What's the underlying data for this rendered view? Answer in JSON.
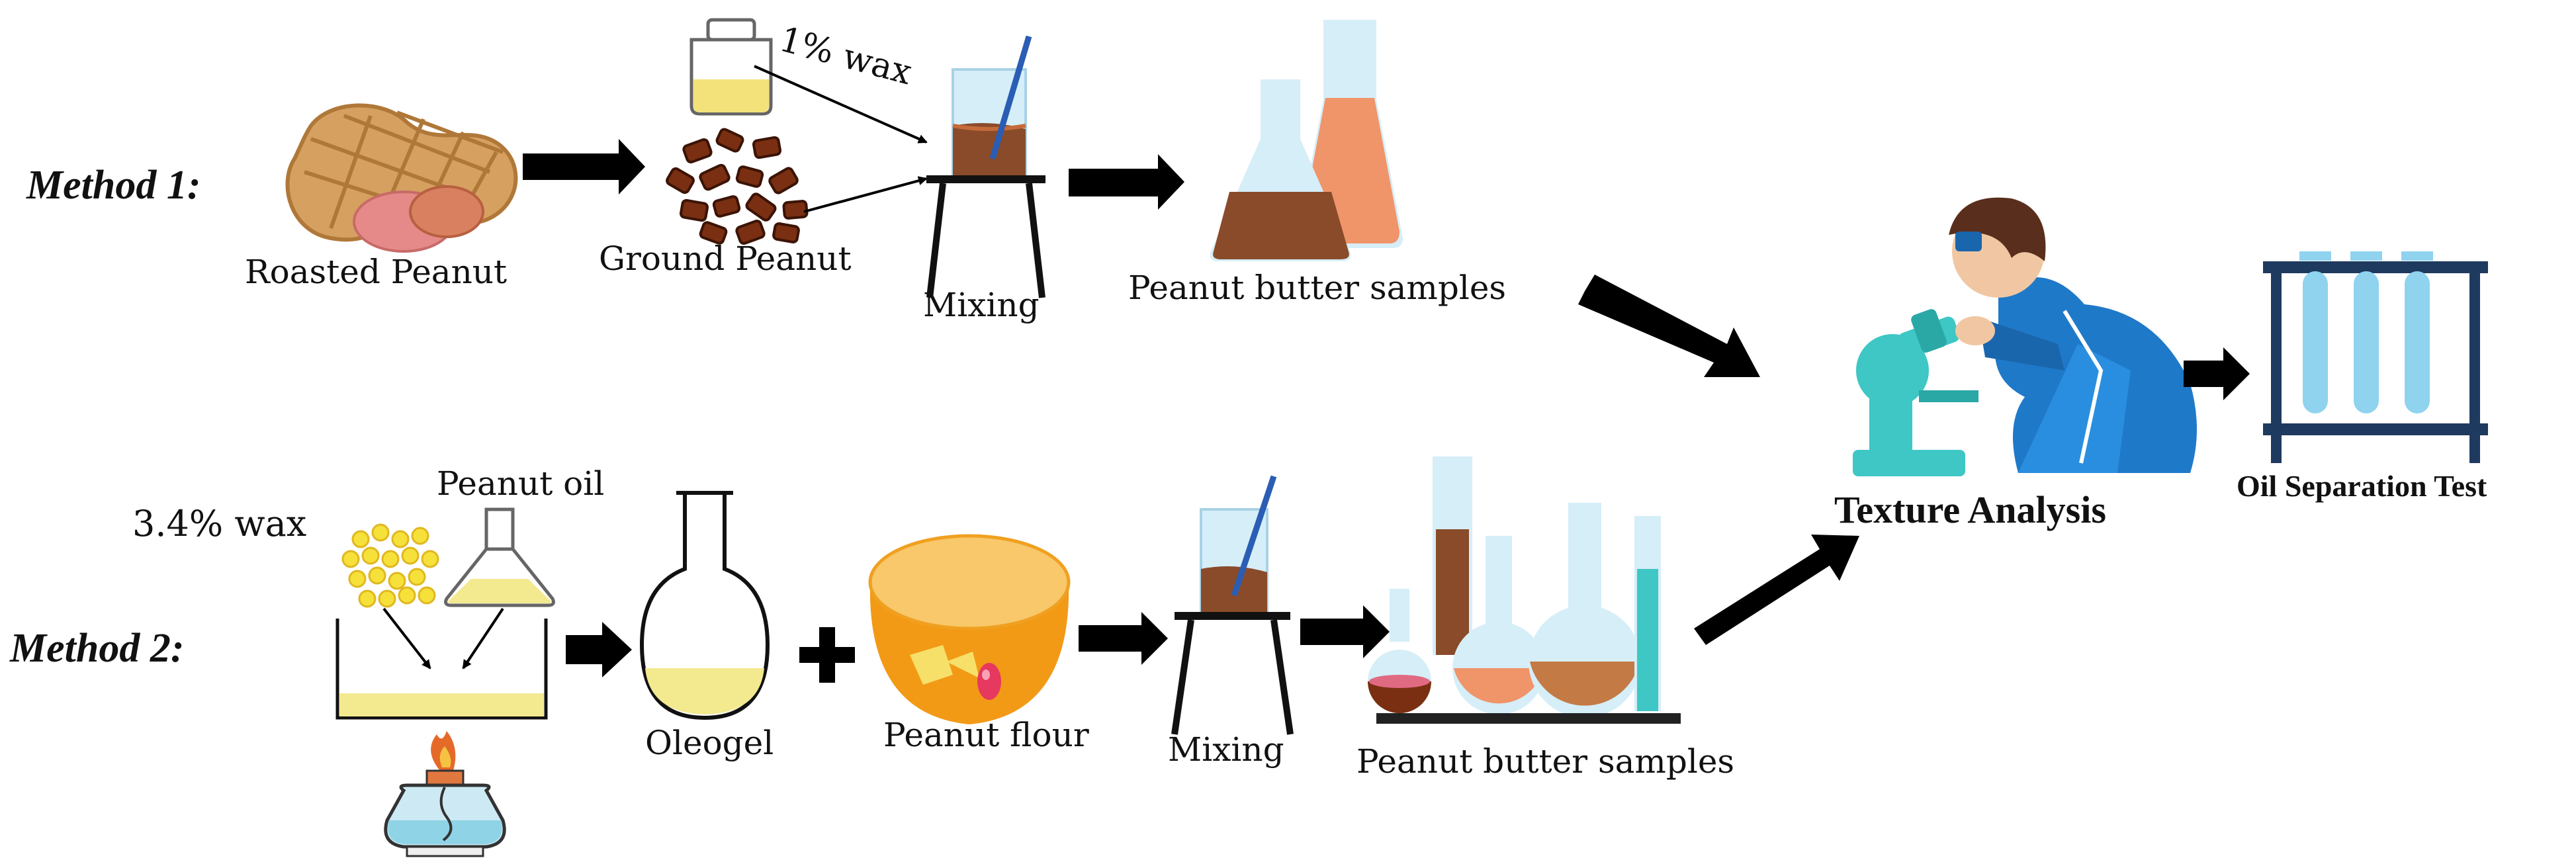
{
  "method1": {
    "label": "Method 1:",
    "wax_label": "1% wax",
    "roasted_label": "Roasted Peanut",
    "ground_label": "Ground Peanut",
    "mixing_label": "Mixing",
    "samples_label": "Peanut butter samples"
  },
  "method2": {
    "label": "Method 2:",
    "wax_label": "3.4% wax",
    "oil_label": "Peanut oil",
    "oleogel_label": "Oleogel",
    "flour_label": "Peanut flour",
    "mixing_label": "Mixing",
    "samples_label": "Peanut butter samples"
  },
  "analysis": {
    "texture_label": "Texture Analysis",
    "oil_sep_label": "Oil Separation Test"
  },
  "colors": {
    "arrow": "#000000",
    "peanut_butter": "#8a4b2a",
    "orange_sample": "#f0946a",
    "glass": "#cfe9f6",
    "oil_yellow": "#f3e98f",
    "wax_yellow": "#f6e03a",
    "coat_blue": "#1f79c9",
    "teal": "#3ec7c4"
  }
}
